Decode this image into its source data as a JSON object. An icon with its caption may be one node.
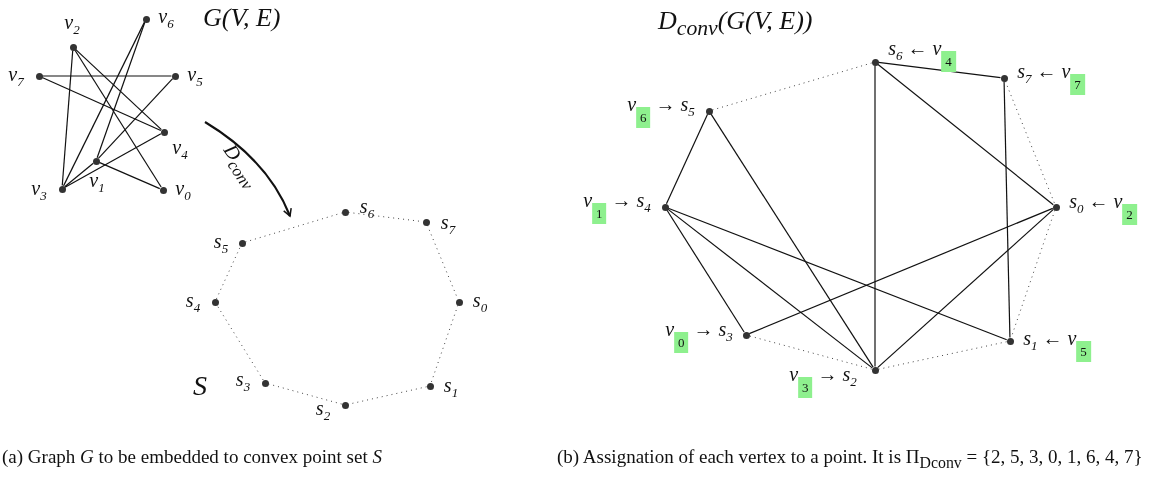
{
  "diagram": {
    "nodes": [
      {
        "text": [],
        "shape": "circle",
        "beside": [
          "v$_{0}$"
        ]
      },
      {
        "text": [],
        "shape": "circle",
        "beside": [
          "v$_{1}$"
        ]
      },
      {
        "text": [],
        "shape": "circle",
        "beside": [
          "v$_{2}$"
        ]
      },
      {
        "text": [],
        "shape": "circle",
        "beside": [
          "v$_{3}$"
        ]
      },
      {
        "text": [],
        "shape": "circle",
        "beside": [
          "v$_{4}$"
        ]
      },
      {
        "text": [],
        "shape": "circle",
        "beside": [
          "v$_{5}$"
        ]
      },
      {
        "text": [],
        "shape": "circle",
        "beside": [
          "v$_{6}$"
        ]
      },
      {
        "text": [],
        "shape": "circle",
        "beside": [
          "v$_{7}$"
        ]
      },
      {
        "text": [],
        "shape": "circle",
        "beside": [
          "s$_{0}$"
        ]
      },
      {
        "text": [],
        "shape": "circle",
        "beside": [
          "s$_{1}$"
        ]
      },
      {
        "text": [],
        "shape": "circle",
        "beside": [
          "s$_{2}$"
        ]
      },
      {
        "text": [],
        "shape": "circle",
        "beside": [
          "s$_{3}$"
        ]
      },
      {
        "text": [],
        "shape": "circle",
        "beside": [
          "s$_{4}$"
        ]
      },
      {
        "text": [],
        "shape": "circle",
        "beside": [
          "s$_{5}$"
        ]
      },
      {
        "text": [],
        "shape": "circle",
        "beside": [
          "s$_{6}$"
        ]
      },
      {
        "text": [],
        "shape": "circle",
        "beside": [
          "s$_{7}$"
        ]
      },
      {
        "text": [],
        "shape": "circle",
        "beside": [
          "s$_{0}$ ← v$_{2}$"
        ]
      },
      {
        "text": [],
        "shape": "circle",
        "beside": [
          "s$_{1}$ ← v$_{5}$"
        ]
      },
      {
        "text": [],
        "shape": "circle",
        "beside": [
          "v$_{3}$ → s$_{2}$"
        ]
      },
      {
        "text": [],
        "shape": "circle",
        "beside": [
          "v$_{0}$ → s$_{3}$"
        ]
      },
      {
        "text": [],
        "shape": "circle",
        "beside": [
          "v$_{1}$ → s$_{4}$"
        ]
      },
      {
        "text": [],
        "shape": "circle",
        "beside": [
          "v$_{6}$ → s$_{5}$"
        ]
      },
      {
        "text": [],
        "shape": "circle",
        "beside": [
          "s$_{6}$ ← v$_{4}$"
        ]
      },
      {
        "text": [],
        "shape": "circle",
        "beside": [
          "s$_{7}$ ← v$_{7}$"
        ]
      }
    ],
    "edges": [
      {
        "from": 2,
        "to": 3,
        "arrow": "none"
      },
      {
        "from": 2,
        "to": 4,
        "arrow": "none"
      },
      {
        "from": 2,
        "to": 0,
        "arrow": "none"
      },
      {
        "from": 7,
        "to": 5,
        "arrow": "none"
      },
      {
        "from": 7,
        "to": 4,
        "arrow": "none"
      },
      {
        "from": 6,
        "to": 3,
        "arrow": "none"
      },
      {
        "from": 6,
        "to": 1,
        "arrow": "none"
      },
      {
        "from": 5,
        "to": 1,
        "arrow": "none"
      },
      {
        "from": 3,
        "to": 4,
        "arrow": "none"
      },
      {
        "from": 1,
        "to": 0,
        "arrow": "none"
      },
      {
        "from": 3,
        "to": 1,
        "arrow": "none"
      },
      {
        "from": 13,
        "to": 14,
        "arrow": "none",
        "style": "dashed"
      },
      {
        "from": 14,
        "to": 15,
        "arrow": "none",
        "style": "dashed"
      },
      {
        "from": 15,
        "to": 8,
        "arrow": "none",
        "style": "dashed"
      },
      {
        "from": 8,
        "to": 9,
        "arrow": "none",
        "style": "dashed"
      },
      {
        "from": 9,
        "to": 10,
        "arrow": "none",
        "style": "dashed"
      },
      {
        "from": 10,
        "to": 11,
        "arrow": "none",
        "style": "dashed"
      },
      {
        "from": 11,
        "to": 12,
        "arrow": "none",
        "style": "dashed"
      },
      {
        "from": 12,
        "to": 13,
        "arrow": "none",
        "style": "dashed"
      },
      {
        "from": 21,
        "to": 20,
        "arrow": "none"
      },
      {
        "from": 21,
        "to": 18,
        "arrow": "none"
      },
      {
        "from": 22,
        "to": 23,
        "arrow": "none"
      },
      {
        "from": 22,
        "to": 18,
        "arrow": "none"
      },
      {
        "from": 22,
        "to": 16,
        "arrow": "none"
      },
      {
        "from": 23,
        "to": 17,
        "arrow": "none"
      },
      {
        "from": 20,
        "to": 19,
        "arrow": "none"
      },
      {
        "from": 20,
        "to": 18,
        "arrow": "none"
      },
      {
        "from": 20,
        "to": 17,
        "arrow": "none"
      },
      {
        "from": 16,
        "to": 19,
        "arrow": "none"
      },
      {
        "from": 16,
        "to": 18,
        "arrow": "none"
      },
      {
        "from": 22,
        "to": 21,
        "arrow": "none",
        "style": "dashed"
      },
      {
        "from": 23,
        "to": 16,
        "arrow": "none",
        "style": "dashed"
      },
      {
        "from": 16,
        "to": 17,
        "arrow": "none",
        "style": "dashed"
      },
      {
        "from": 17,
        "to": 18,
        "arrow": "none",
        "style": "dashed"
      },
      {
        "from": 18,
        "to": 19,
        "arrow": "none",
        "style": "dashed"
      }
    ],
    "labels": [
      "G(V, E)",
      "D$_{conv}$",
      "D$_{conv}$(G(V, E))",
      "S",
      "(a) Graph *G* to be embedded to convex point set *S*",
      "(b) Assignation of each vertex to a point. It is Π$_{Dconv}$ = {2, 5, 3, 0, 1, 6, 4, 7}"
    ]
  }
}
